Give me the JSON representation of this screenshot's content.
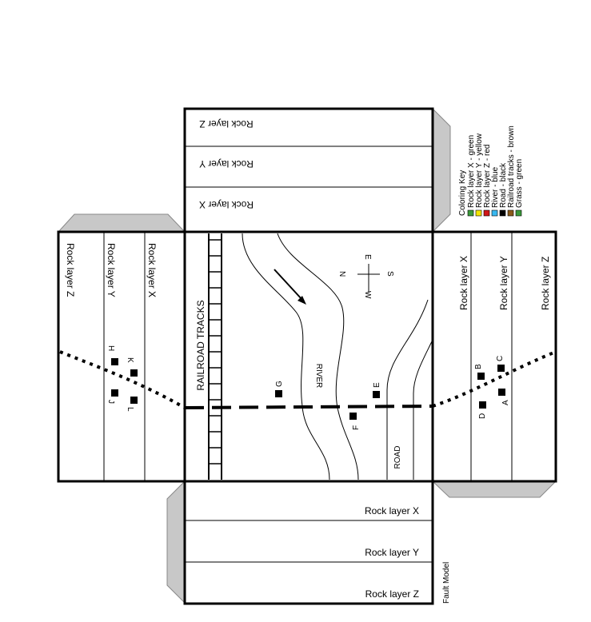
{
  "colors": {
    "outline": "#000000",
    "flap": "#c8c8c8",
    "key_green": "#3a9a3a",
    "key_yellow": "#f2e600",
    "key_red": "#d01818",
    "key_blue": "#38b8f0",
    "key_black": "#000000",
    "key_brown": "#8b5a1a"
  },
  "panels": {
    "top": [
      "Rock layer Z",
      "Rock layer Y",
      "Rock layer X"
    ],
    "left": [
      "Rock layer Z",
      "Rock layer Y",
      "Rock layer X"
    ],
    "right": [
      "Rock layer X",
      "Rock layer Y",
      "Rock layer Z"
    ],
    "bottom": [
      "Rock layer X",
      "Rock layer Y",
      "Rock layer Z"
    ]
  },
  "map": {
    "railroad_label": "RAILROAD TRACKS",
    "river_label": "RIVER",
    "road_label": "ROAD",
    "compass": {
      "n": "N",
      "e": "E",
      "s": "S",
      "w": "W"
    }
  },
  "points": {
    "a": "A",
    "b": "B",
    "c": "C",
    "d": "D",
    "e": "E",
    "f": "F",
    "g": "G",
    "h": "H",
    "j": "J",
    "k": "K",
    "l": "L"
  },
  "coloring_key": {
    "title": "Coloring Key",
    "items": [
      {
        "label": "Rock layer X - green",
        "swatch": "green"
      },
      {
        "label": "Rock layer Y - yellow",
        "swatch": "yellow"
      },
      {
        "label": "Rock layer Z - red",
        "swatch": "red"
      },
      {
        "label": "River - blue",
        "swatch": "blue"
      },
      {
        "label": "Road - black",
        "swatch": "black"
      },
      {
        "label": "Railroad tracks - brown",
        "swatch": "brown"
      },
      {
        "label": "Grass - green",
        "swatch": "green"
      }
    ]
  },
  "caption": "Fault Model"
}
